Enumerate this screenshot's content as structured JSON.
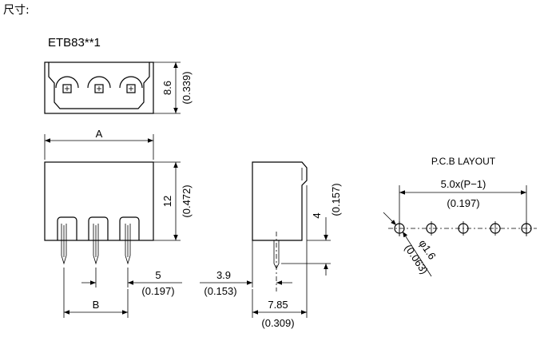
{
  "page": {
    "title": "尺寸:"
  },
  "top_view": {
    "part_number": "ETB83**1",
    "height_mm": "8.6",
    "height_in": "(0.339)"
  },
  "front_view": {
    "width_label": "A",
    "height_mm": "12",
    "height_in": "(0.472)",
    "pitch_mm": "5",
    "pitch_in": "(0.197)",
    "span_label": "B"
  },
  "side_view": {
    "pin_length_mm": "4",
    "pin_length_in": "(0.157)",
    "pin_offset_mm": "3.9",
    "pin_offset_in": "(0.153)",
    "depth_mm": "7.85",
    "depth_in": "(0.309)"
  },
  "pcb_layout": {
    "title": "P.C.B  LAYOUT",
    "pitch_formula": "5.0x(P−1)",
    "pitch_in": "(0.197)",
    "hole_dia_mm": "φ1.6",
    "hole_dia_in": "(0.063)"
  }
}
